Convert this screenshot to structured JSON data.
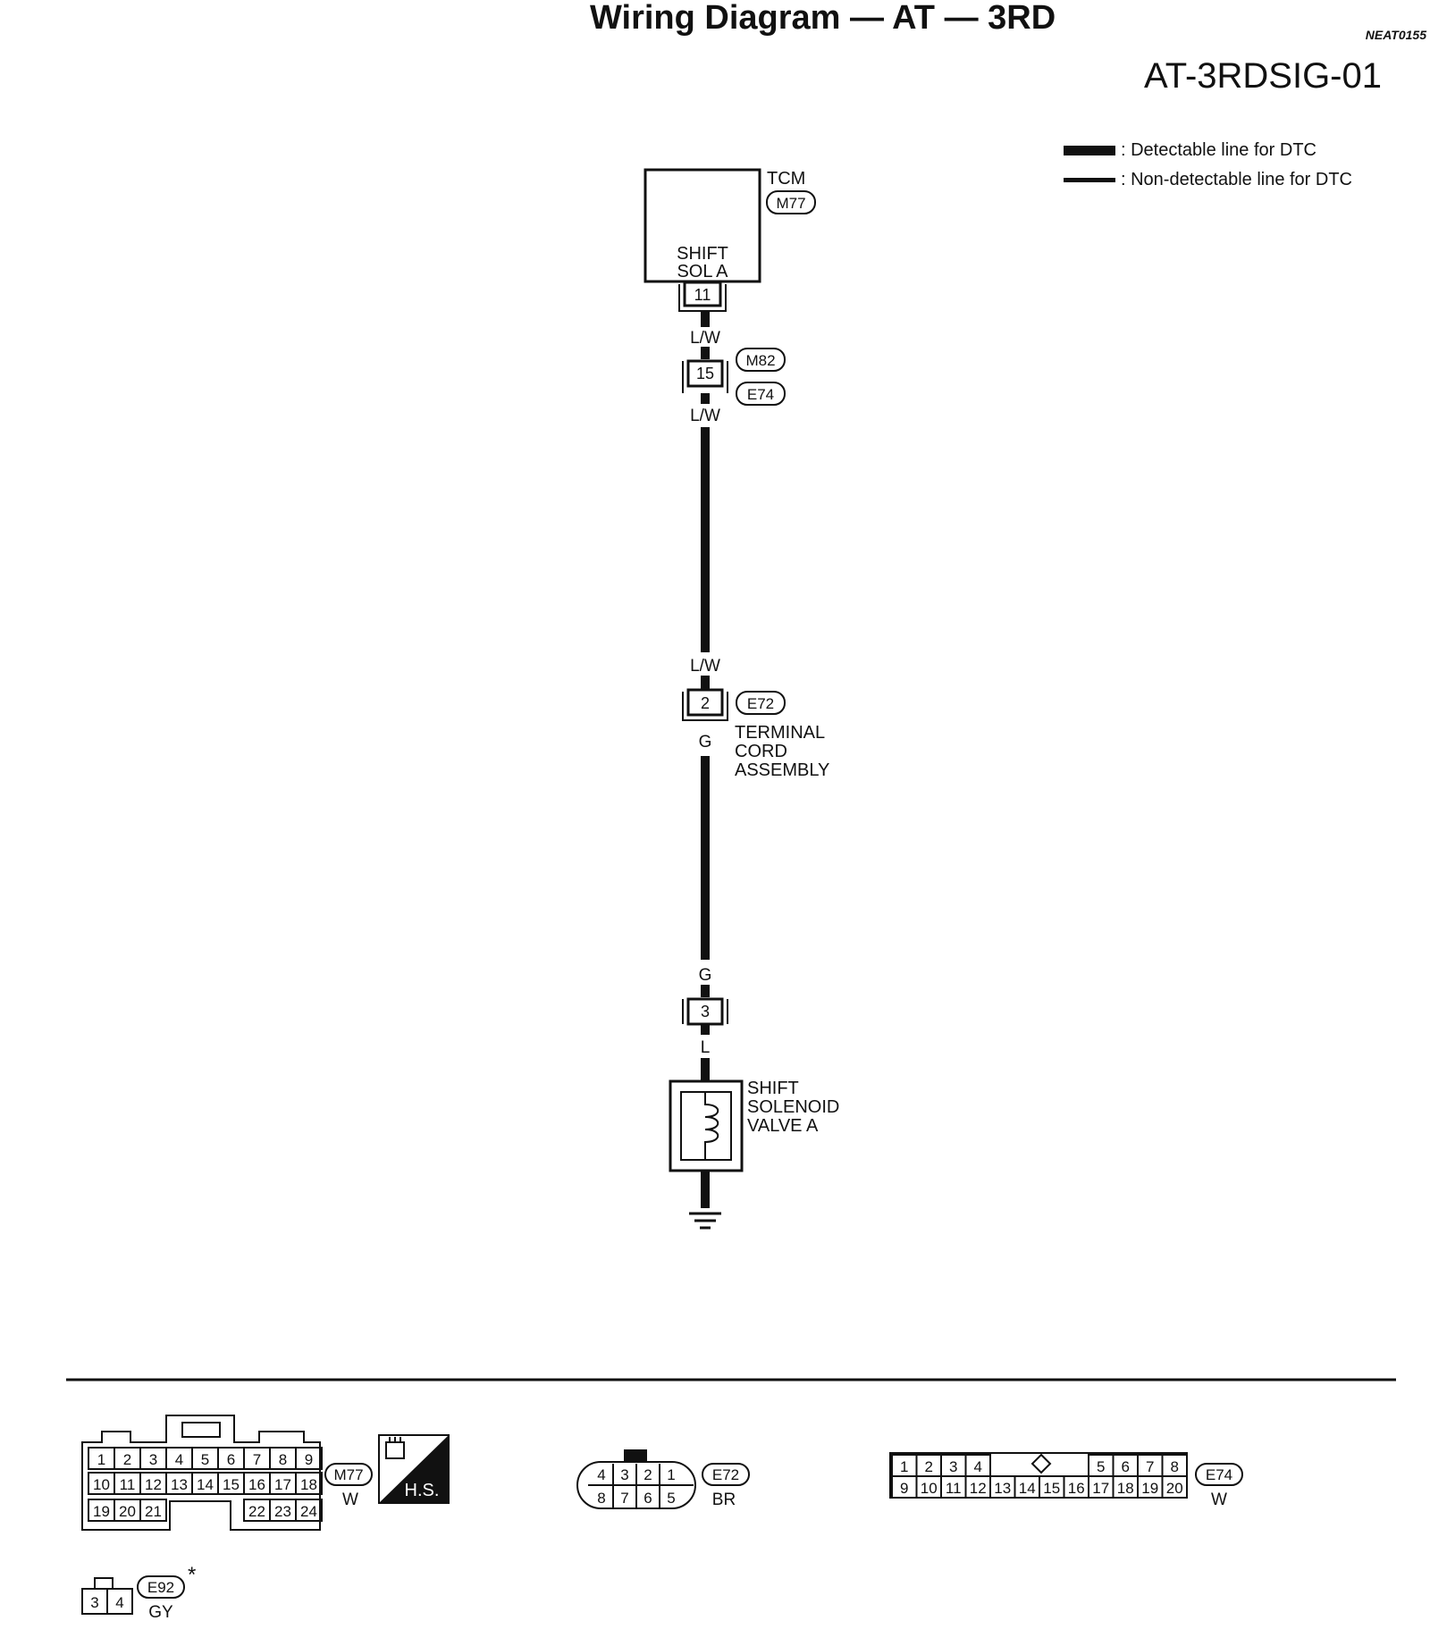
{
  "header": {
    "title": "Wiring Diagram — AT — 3RD",
    "doc_code": "NEAT0155",
    "diagram_id": "AT-3RDSIG-01"
  },
  "legend": {
    "detectable": ": Detectable line for DTC",
    "non_detectable": ": Non-detectable line for DTC"
  },
  "tcm": {
    "name": "TCM",
    "connector": "M77",
    "signal_line1": "SHIFT",
    "signal_line2": "SOL A",
    "pin": "11"
  },
  "wires": {
    "lw_1": "L/W",
    "lw_2": "L/W",
    "lw_3": "L/W",
    "g_1": "G",
    "g_2": "G",
    "l_1": "L"
  },
  "joint": {
    "pin": "15",
    "connector_a": "M82",
    "connector_b": "E74"
  },
  "terminal_cord": {
    "pin": "2",
    "connector": "E72",
    "line1": "TERMINAL",
    "line2": "CORD",
    "line3": "ASSEMBLY"
  },
  "solenoid_conn": {
    "pin": "3"
  },
  "solenoid": {
    "line1": "SHIFT",
    "line2": "SOLENOID",
    "line3": "VALVE A"
  },
  "connectors": {
    "m77": {
      "id": "M77",
      "color": "W",
      "hs": "H.S.",
      "rows": [
        [
          "1",
          "2",
          "3",
          "4",
          "5",
          "6",
          "7",
          "8",
          "9"
        ],
        [
          "10",
          "11",
          "12",
          "13",
          "14",
          "15",
          "16",
          "17",
          "18"
        ],
        [
          "19",
          "20",
          "21",
          "22",
          "23",
          "24"
        ]
      ]
    },
    "e72": {
      "id": "E72",
      "color": "BR",
      "rows": [
        [
          "4",
          "3",
          "2",
          "1"
        ],
        [
          "8",
          "7",
          "6",
          "5"
        ]
      ]
    },
    "e74": {
      "id": "E74",
      "color": "W",
      "rows": [
        [
          "1",
          "2",
          "3",
          "4",
          "5",
          "6",
          "7",
          "8"
        ],
        [
          "9",
          "10",
          "11",
          "12",
          "13",
          "14",
          "15",
          "16",
          "17",
          "18",
          "19",
          "20"
        ]
      ]
    },
    "e92": {
      "id": "E92",
      "asterisk": "*",
      "color": "GY",
      "pins": [
        "3",
        "4"
      ]
    }
  }
}
